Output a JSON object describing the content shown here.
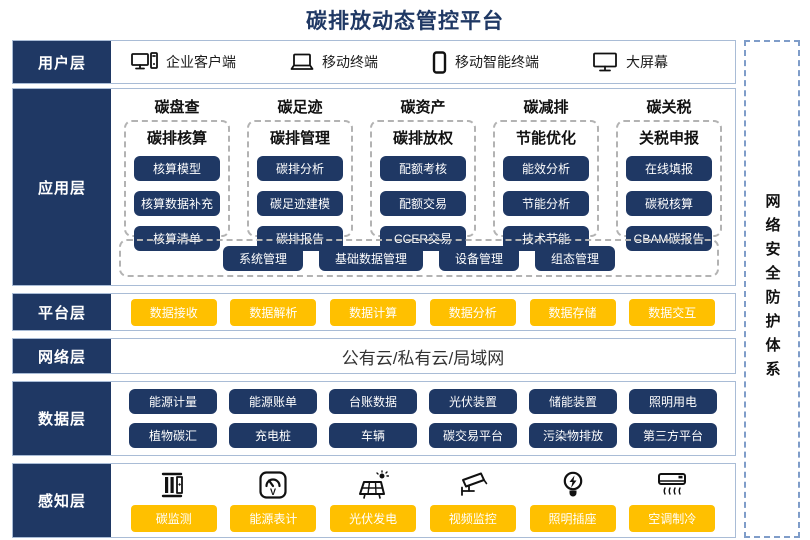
{
  "title": "碳排放动态管控平台",
  "colors": {
    "navy": "#1F3864",
    "yellow": "#FFC000",
    "row_border": "#a9bcd6",
    "dashed_gray": "#b3b3b3",
    "dashed_blue": "#7f9dc9"
  },
  "layers": {
    "user": {
      "label": "用户层",
      "items": [
        {
          "icon": "desktop-pc-icon",
          "label": "企业客户端"
        },
        {
          "icon": "laptop-icon",
          "label": "移动终端"
        },
        {
          "icon": "smartphone-icon",
          "label": "移动智能终端"
        },
        {
          "icon": "big-screen-icon",
          "label": "大屏幕"
        }
      ]
    },
    "app": {
      "label": "应用层",
      "columns": [
        {
          "header": "碳盘查",
          "subheader": "碳排核算",
          "items": [
            "核算模型",
            "核算数据补充",
            "核算清单"
          ]
        },
        {
          "header": "碳足迹",
          "subheader": "碳排管理",
          "items": [
            "碳排分析",
            "碳足迹建模",
            "碳排报告"
          ]
        },
        {
          "header": "碳资产",
          "subheader": "碳排放权",
          "items": [
            "配额考核",
            "配额交易",
            "CCER交易"
          ]
        },
        {
          "header": "碳减排",
          "subheader": "节能优化",
          "items": [
            "能效分析",
            "节能分析",
            "技术节能"
          ]
        },
        {
          "header": "碳关税",
          "subheader": "关税申报",
          "items": [
            "在线填报",
            "碳税核算",
            "CBAM碳报告"
          ]
        }
      ],
      "common_items": [
        "系统管理",
        "基础数据管理",
        "设备管理",
        "组态管理"
      ]
    },
    "platform": {
      "label": "平台层",
      "items": [
        "数据接收",
        "数据解析",
        "数据计算",
        "数据分析",
        "数据存储",
        "数据交互"
      ]
    },
    "network": {
      "label": "网络层",
      "text": "公有云/私有云/局域网"
    },
    "data": {
      "label": "数据层",
      "rows": [
        [
          "能源计量",
          "能源账单",
          "台账数据",
          "光伏装置",
          "储能装置",
          "照明用电"
        ],
        [
          "植物碳汇",
          "充电桩",
          "车辆",
          "碳交易平台",
          "污染物排放",
          "第三方平台"
        ]
      ]
    },
    "perception": {
      "label": "感知层",
      "items": [
        {
          "icon": "carbon-monitor-icon",
          "label": "碳监测"
        },
        {
          "icon": "energy-meter-icon",
          "label": "能源表计"
        },
        {
          "icon": "solar-panel-icon",
          "label": "光伏发电"
        },
        {
          "icon": "cctv-camera-icon",
          "label": "视频监控"
        },
        {
          "icon": "light-bulb-icon",
          "label": "照明插座"
        },
        {
          "icon": "air-conditioner-icon",
          "label": "空调制冷"
        }
      ]
    }
  },
  "security_band": {
    "text": "网络安全防护体系"
  }
}
